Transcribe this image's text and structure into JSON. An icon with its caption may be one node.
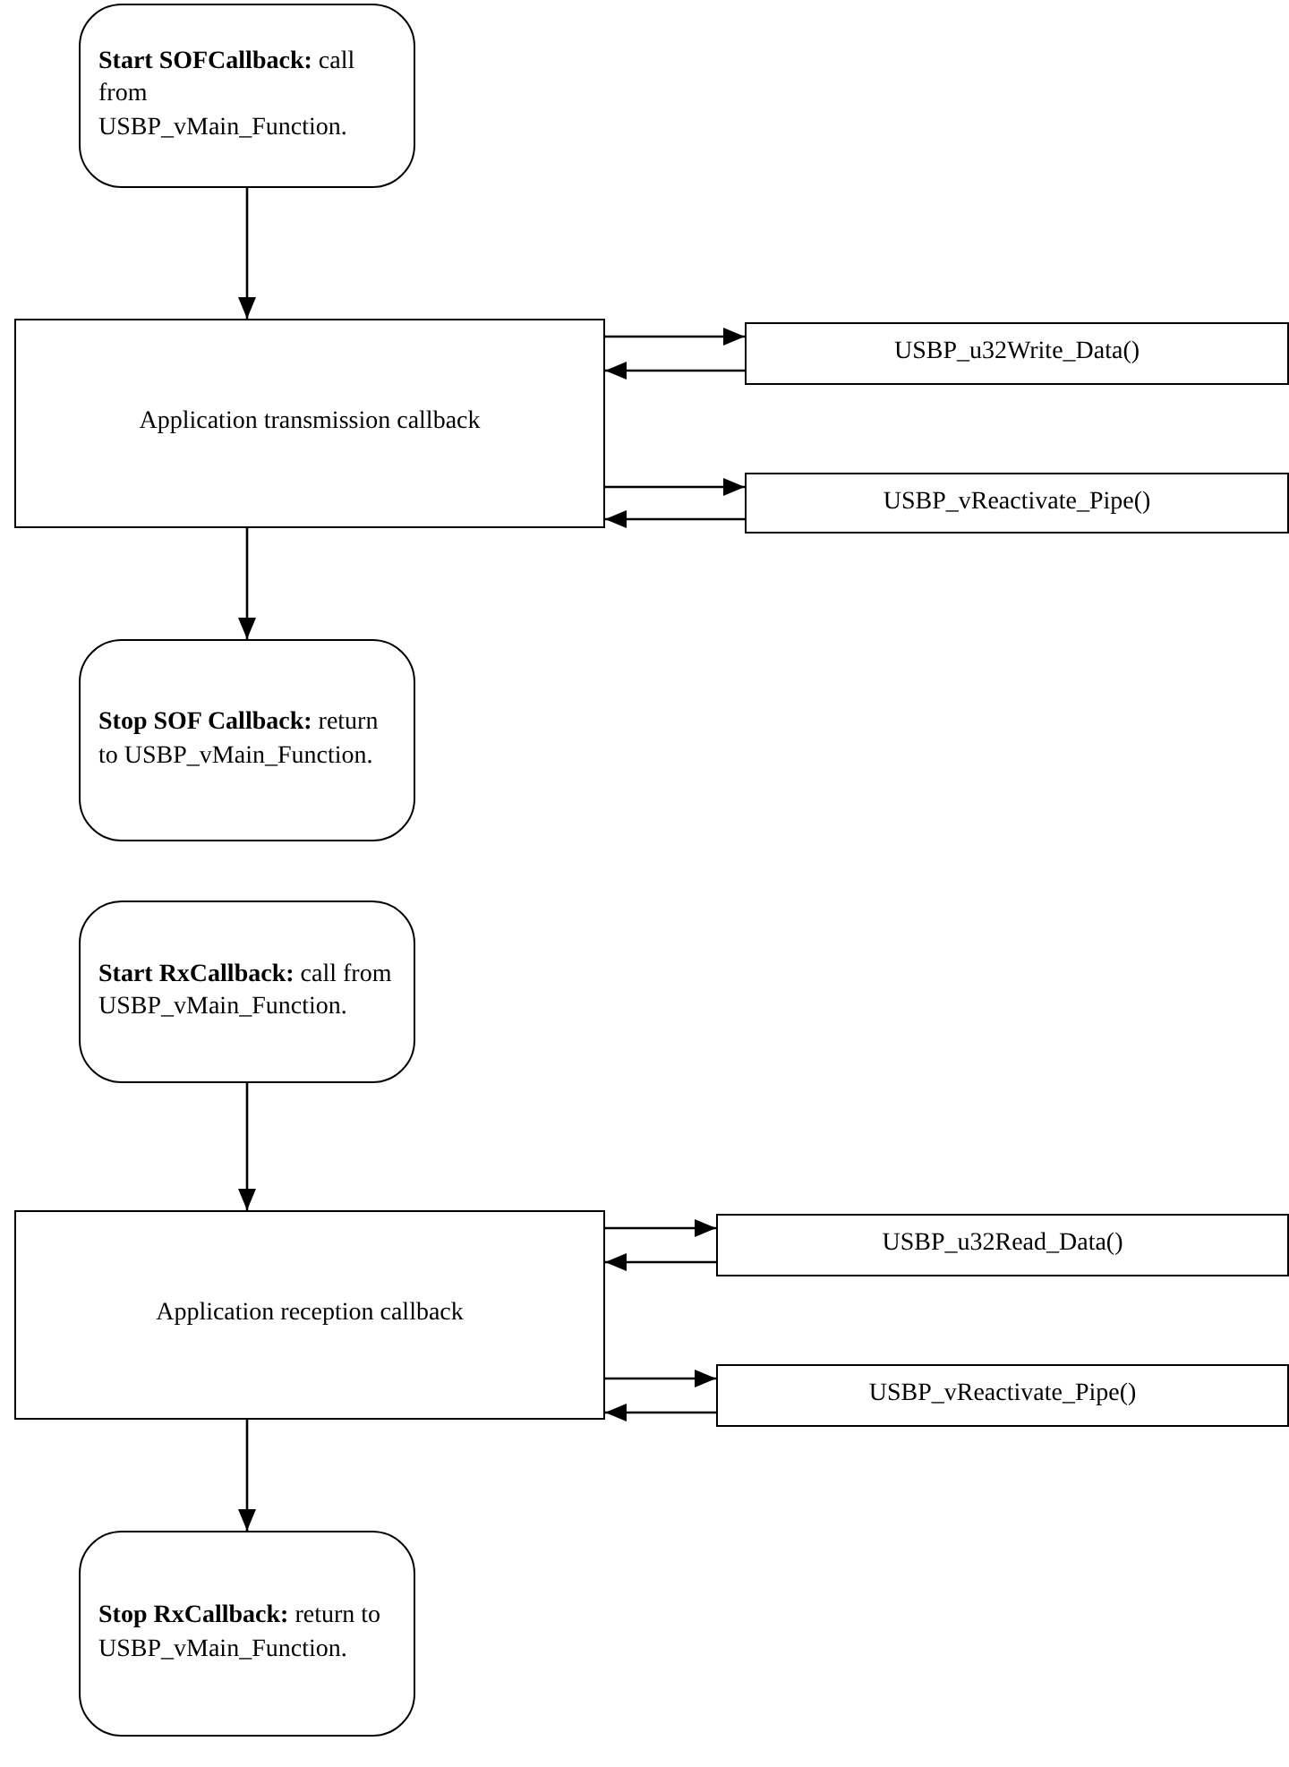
{
  "diagram": {
    "nodes": [
      {
        "text": [
          "**Start SOFCallback:** call from USBP_vMain_Function."
        ]
      },
      {
        "text": [
          "Application transmission callback"
        ]
      },
      {
        "text": [
          "USBP_u32Write_Data()"
        ]
      },
      {
        "text": [
          "USBP_vReactivate_Pipe()"
        ]
      },
      {
        "text": [
          "**Stop SOF Callback:** return to USBP_vMain_Function."
        ]
      },
      {
        "text": [
          "**Start RxCallback:** call from USBP_vMain_Function."
        ]
      },
      {
        "text": [
          "Application reception callback"
        ]
      },
      {
        "text": [
          "USBP_u32Read_Data()"
        ]
      },
      {
        "text": [
          "USBP_vReactivate_Pipe()"
        ]
      },
      {
        "text": [
          "**Stop RxCallback:** return to USBP_vMain_Function."
        ]
      }
    ],
    "edges": [
      {
        "from": 0,
        "to": 1,
        "arrow": "to"
      },
      {
        "from": 1,
        "to": 2,
        "arrow": "to"
      },
      {
        "from": 2,
        "to": 1,
        "arrow": "to"
      },
      {
        "from": 1,
        "to": 3,
        "arrow": "to"
      },
      {
        "from": 3,
        "to": 1,
        "arrow": "to"
      },
      {
        "from": 1,
        "to": 4,
        "arrow": "to"
      },
      {
        "from": 5,
        "to": 6,
        "arrow": "to"
      },
      {
        "from": 6,
        "to": 7,
        "arrow": "to"
      },
      {
        "from": 7,
        "to": 6,
        "arrow": "to"
      },
      {
        "from": 6,
        "to": 8,
        "arrow": "to"
      },
      {
        "from": 8,
        "to": 6,
        "arrow": "to"
      },
      {
        "from": 6,
        "to": 9,
        "arrow": "to"
      }
    ]
  }
}
